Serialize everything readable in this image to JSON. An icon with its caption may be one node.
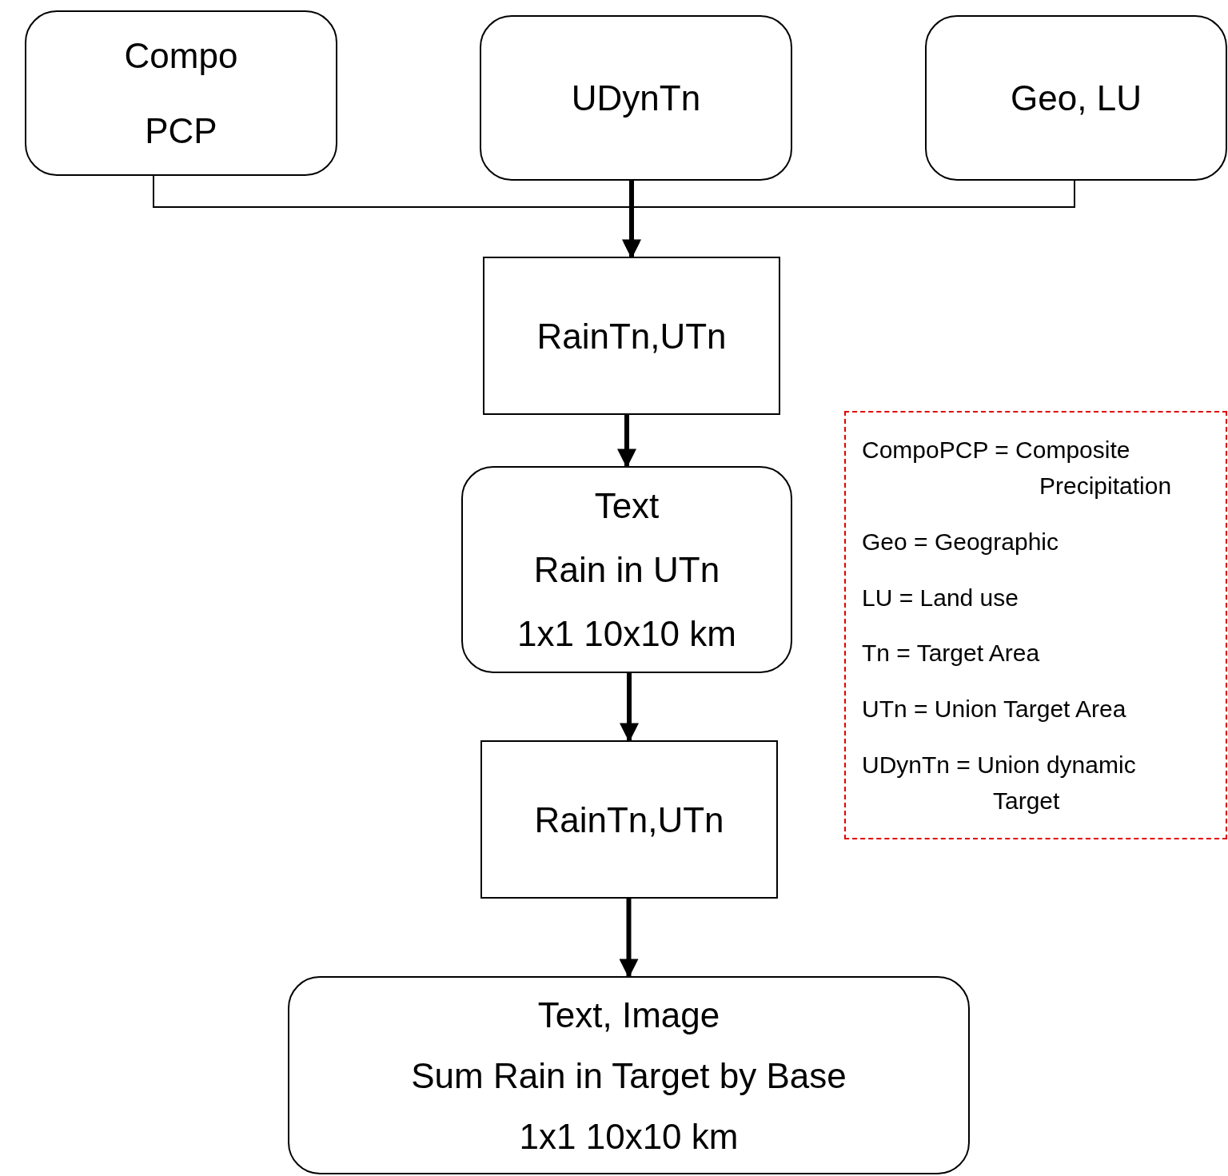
{
  "diagram": {
    "nodes": [
      {
        "text": [
          "Compo",
          "PCP"
        ]
      },
      {
        "text": [
          "UDynTn"
        ]
      },
      {
        "text": [
          "Geo, LU"
        ]
      },
      {
        "text": [
          "RainTn,UTn"
        ]
      },
      {
        "text": [
          "Text",
          "Rain in UTn",
          "1x1 10x10 km"
        ]
      },
      {
        "text": [
          "RainTn,UTn"
        ]
      },
      {
        "text": [
          "Text, Image",
          "Sum Rain in Target by Base",
          "1x1 10x10 km"
        ]
      },
      {
        "text": [
          "CompoPCP = Composite Precipitation",
          "Geo  = Geographic",
          "LU = Land use",
          "Tn = Target Area",
          "UTn = Union Target Area",
          "UDynTn = Union dynamic Target"
        ]
      }
    ],
    "edges": [
      {
        "from": 0,
        "to": 3,
        "arrow": "to"
      },
      {
        "from": 1,
        "to": 3,
        "arrow": "to"
      },
      {
        "from": 2,
        "to": 3,
        "arrow": "to"
      },
      {
        "from": 3,
        "to": 4,
        "arrow": "to"
      },
      {
        "from": 4,
        "to": 5,
        "arrow": "to"
      },
      {
        "from": 5,
        "to": 6,
        "arrow": "to"
      }
    ]
  }
}
